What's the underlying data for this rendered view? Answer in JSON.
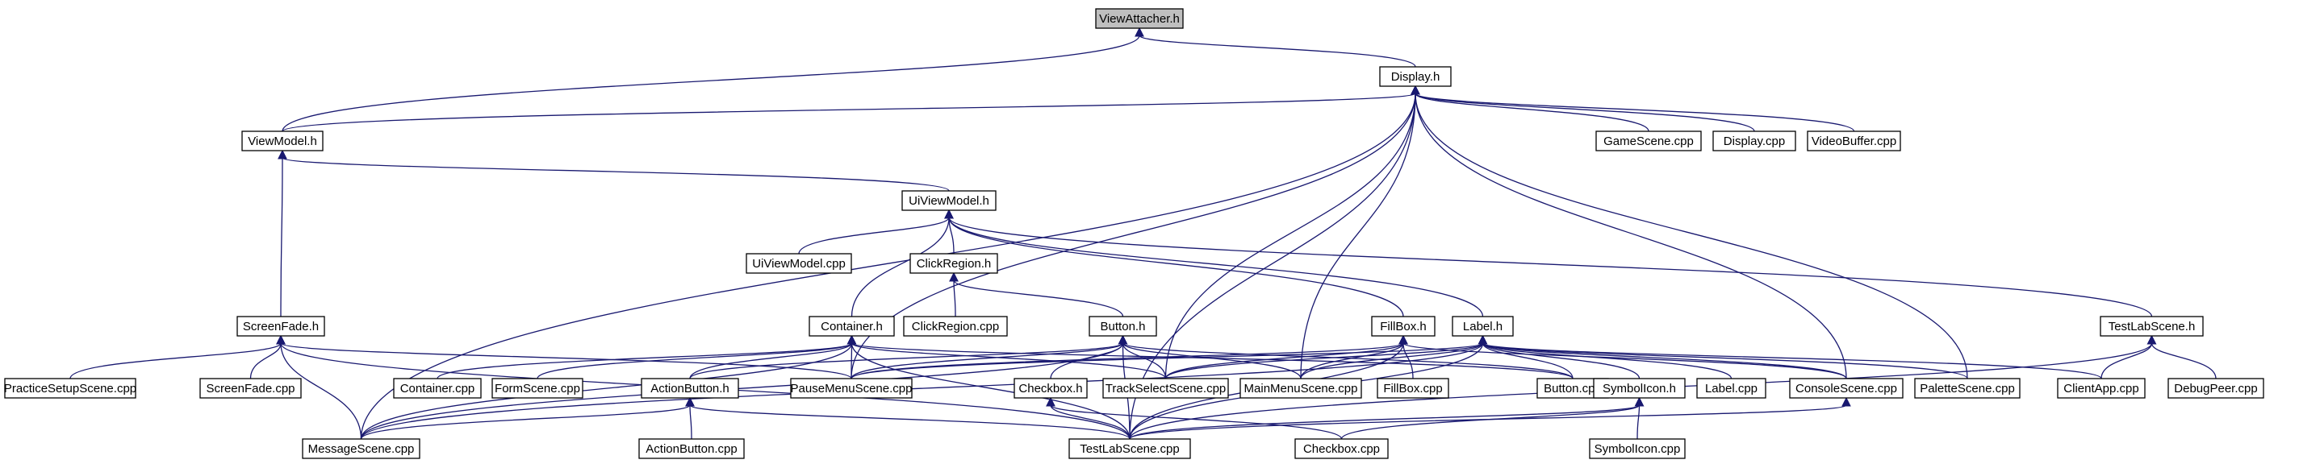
{
  "graph": {
    "root": "view-attacher",
    "colors": {
      "edge": "#191970",
      "root_fill": "#bfbfbf",
      "node_fill": "#ffffff",
      "node_border": "#000000"
    },
    "nodes": {
      "view-attacher": "ViewAttacher.h",
      "display-h": "Display.h",
      "viewmodel-h": "ViewModel.h",
      "gamescene-cpp": "GameScene.cpp",
      "display-cpp": "Display.cpp",
      "videobuffer-cpp": "VideoBuffer.cpp",
      "uiviewmodel-h": "UiViewModel.h",
      "uiviewmodel-cpp": "UiViewModel.cpp",
      "clickregion-h": "ClickRegion.h",
      "clickregion-cpp": "ClickRegion.cpp",
      "screenfade-h": "ScreenFade.h",
      "container-h": "Container.h",
      "button-h": "Button.h",
      "fillbox-h": "FillBox.h",
      "label-h": "Label.h",
      "testlabscene-h": "TestLabScene.h",
      "practicesetupscene-cpp": "PracticeSetupScene.cpp",
      "screenfade-cpp": "ScreenFade.cpp",
      "container-cpp": "Container.cpp",
      "formscene-cpp": "FormScene.cpp",
      "actionbutton-h": "ActionButton.h",
      "pausemenuscene-cpp": "PauseMenuScene.cpp",
      "checkbox-h": "Checkbox.h",
      "trackselectscene-cpp": "TrackSelectScene.cpp",
      "mainmenuscene-cpp": "MainMenuScene.cpp",
      "fillbox-cpp": "FillBox.cpp",
      "button-cpp": "Button.cpp",
      "symbolicon-h": "SymbolIcon.h",
      "label-cpp": "Label.cpp",
      "consolescene-cpp": "ConsoleScene.cpp",
      "palettescene-cpp": "PaletteScene.cpp",
      "clientapp-cpp": "ClientApp.cpp",
      "debugpeer-cpp": "DebugPeer.cpp",
      "messagescene-cpp": "MessageScene.cpp",
      "actionbutton-cpp": "ActionButton.cpp",
      "testlabscene-cpp": "TestLabScene.cpp",
      "checkbox-cpp": "Checkbox.cpp",
      "symbolicon-cpp": "SymbolIcon.cpp"
    },
    "edges": [
      [
        "view-attacher",
        "display-h"
      ],
      [
        "view-attacher",
        "viewmodel-h"
      ],
      [
        "display-h",
        "viewmodel-h"
      ],
      [
        "display-h",
        "gamescene-cpp"
      ],
      [
        "display-h",
        "display-cpp"
      ],
      [
        "display-h",
        "videobuffer-cpp"
      ],
      [
        "display-h",
        "messagescene-cpp"
      ],
      [
        "display-h",
        "pausemenuscene-cpp"
      ],
      [
        "display-h",
        "trackselectscene-cpp"
      ],
      [
        "display-h",
        "mainmenuscene-cpp"
      ],
      [
        "display-h",
        "consolescene-cpp"
      ],
      [
        "display-h",
        "palettescene-cpp"
      ],
      [
        "display-h",
        "testlabscene-cpp"
      ],
      [
        "viewmodel-h",
        "uiviewmodel-h"
      ],
      [
        "viewmodel-h",
        "screenfade-h"
      ],
      [
        "uiviewmodel-h",
        "uiviewmodel-cpp"
      ],
      [
        "uiviewmodel-h",
        "clickregion-h"
      ],
      [
        "uiviewmodel-h",
        "container-h"
      ],
      [
        "uiviewmodel-h",
        "fillbox-h"
      ],
      [
        "uiviewmodel-h",
        "label-h"
      ],
      [
        "uiviewmodel-h",
        "testlabscene-h"
      ],
      [
        "clickregion-h",
        "clickregion-cpp"
      ],
      [
        "clickregion-h",
        "button-h"
      ],
      [
        "screenfade-h",
        "practicesetupscene-cpp"
      ],
      [
        "screenfade-h",
        "screenfade-cpp"
      ],
      [
        "screenfade-h",
        "messagescene-cpp"
      ],
      [
        "screenfade-h",
        "pausemenuscene-cpp"
      ],
      [
        "screenfade-h",
        "testlabscene-cpp"
      ],
      [
        "container-h",
        "container-cpp"
      ],
      [
        "container-h",
        "formscene-cpp"
      ],
      [
        "container-h",
        "messagescene-cpp"
      ],
      [
        "container-h",
        "pausemenuscene-cpp"
      ],
      [
        "container-h",
        "trackselectscene-cpp"
      ],
      [
        "container-h",
        "testlabscene-cpp"
      ],
      [
        "container-h",
        "button-cpp"
      ],
      [
        "container-h",
        "actionbutton-h"
      ],
      [
        "button-h",
        "actionbutton-h"
      ],
      [
        "button-h",
        "checkbox-h"
      ],
      [
        "button-h",
        "pausemenuscene-cpp"
      ],
      [
        "button-h",
        "trackselectscene-cpp"
      ],
      [
        "button-h",
        "mainmenuscene-cpp"
      ],
      [
        "button-h",
        "button-cpp"
      ],
      [
        "button-h",
        "testlabscene-cpp"
      ],
      [
        "button-h",
        "messagescene-cpp"
      ],
      [
        "fillbox-h",
        "fillbox-cpp"
      ],
      [
        "fillbox-h",
        "pausemenuscene-cpp"
      ],
      [
        "fillbox-h",
        "trackselectscene-cpp"
      ],
      [
        "fillbox-h",
        "mainmenuscene-cpp"
      ],
      [
        "fillbox-h",
        "testlabscene-cpp"
      ],
      [
        "fillbox-h",
        "consolescene-cpp"
      ],
      [
        "label-h",
        "label-cpp"
      ],
      [
        "label-h",
        "button-cpp"
      ],
      [
        "label-h",
        "symbolicon-h"
      ],
      [
        "label-h",
        "consolescene-cpp"
      ],
      [
        "label-h",
        "palettescene-cpp"
      ],
      [
        "label-h",
        "clientapp-cpp"
      ],
      [
        "label-h",
        "trackselectscene-cpp"
      ],
      [
        "label-h",
        "mainmenuscene-cpp"
      ],
      [
        "label-h",
        "pausemenuscene-cpp"
      ],
      [
        "label-h",
        "messagescene-cpp"
      ],
      [
        "label-h",
        "testlabscene-cpp"
      ],
      [
        "testlabscene-h",
        "clientapp-cpp"
      ],
      [
        "testlabscene-h",
        "debugpeer-cpp"
      ],
      [
        "testlabscene-h",
        "testlabscene-cpp"
      ],
      [
        "actionbutton-h",
        "actionbutton-cpp"
      ],
      [
        "actionbutton-h",
        "messagescene-cpp"
      ],
      [
        "actionbutton-h",
        "testlabscene-cpp"
      ],
      [
        "checkbox-h",
        "testlabscene-cpp"
      ],
      [
        "checkbox-h",
        "checkbox-cpp"
      ],
      [
        "symbolicon-h",
        "symbolicon-cpp"
      ],
      [
        "symbolicon-h",
        "checkbox-cpp"
      ],
      [
        "symbolicon-h",
        "testlabscene-cpp"
      ],
      [
        "consolescene-cpp",
        "testlabscene-cpp"
      ]
    ]
  }
}
